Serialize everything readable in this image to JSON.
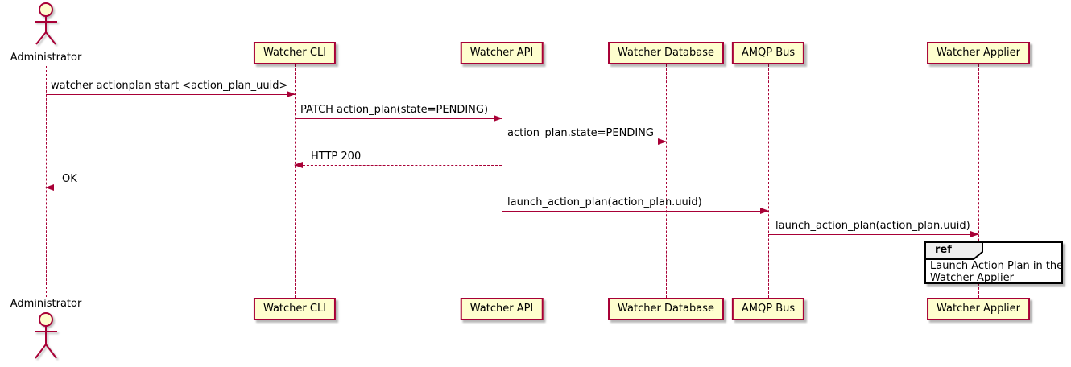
{
  "diagram": {
    "type": "sequence-diagram",
    "participants": [
      {
        "name": "Administrator",
        "kind": "actor"
      },
      {
        "name": "Watcher CLI",
        "kind": "participant"
      },
      {
        "name": "Watcher API",
        "kind": "participant"
      },
      {
        "name": "Watcher Database",
        "kind": "participant"
      },
      {
        "name": "AMQP Bus",
        "kind": "participant"
      },
      {
        "name": "Watcher Applier",
        "kind": "participant"
      }
    ],
    "messages": [
      {
        "from": "Administrator",
        "to": "Watcher CLI",
        "label": "watcher actionplan start <action_plan_uuid>",
        "line": "solid"
      },
      {
        "from": "Watcher CLI",
        "to": "Watcher API",
        "label": "PATCH action_plan(state=PENDING)",
        "line": "solid"
      },
      {
        "from": "Watcher API",
        "to": "Watcher Database",
        "label": "action_plan.state=PENDING",
        "line": "solid"
      },
      {
        "from": "Watcher API",
        "to": "Watcher CLI",
        "label": "HTTP 200",
        "line": "dashed"
      },
      {
        "from": "Watcher CLI",
        "to": "Administrator",
        "label": "OK",
        "line": "dashed"
      },
      {
        "from": "Watcher API",
        "to": "AMQP Bus",
        "label": "launch_action_plan(action_plan.uuid)",
        "line": "solid"
      },
      {
        "from": "AMQP Bus",
        "to": "Watcher Applier",
        "label": "launch_action_plan(action_plan.uuid)",
        "line": "solid"
      }
    ],
    "ref": {
      "keyword": "ref",
      "line1": "Launch Action Plan in the",
      "line2": "Watcher Applier"
    },
    "colors": {
      "participant_fill": "#FEFECE",
      "stroke": "#A80036",
      "text": "#000000",
      "ref_border": "#000000",
      "ref_header_fill": "#EEEEEE"
    }
  }
}
